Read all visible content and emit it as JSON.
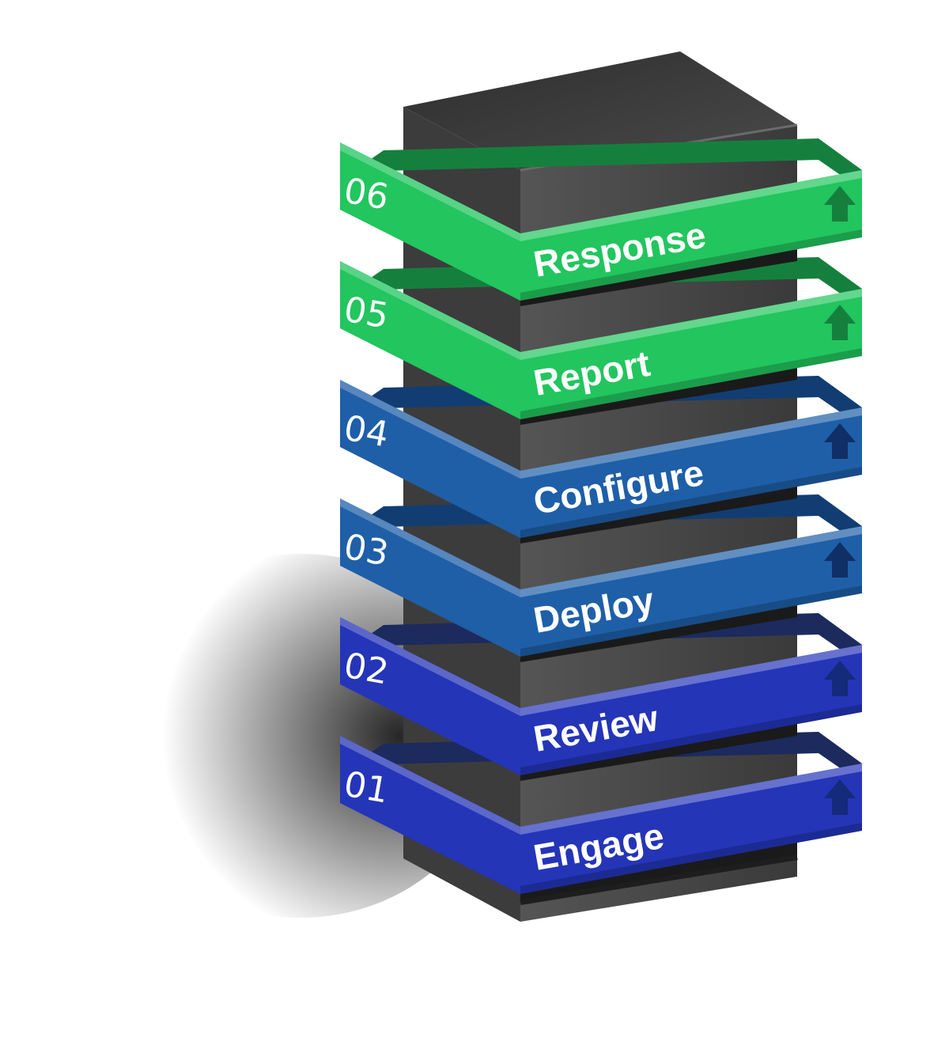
{
  "diagram": {
    "layers": [
      {
        "number": "06",
        "label": "Response",
        "color": "#22c55e",
        "dark": "#15803d",
        "arrow": "#15803d"
      },
      {
        "number": "05",
        "label": "Report",
        "color": "#22c55e",
        "dark": "#15803d",
        "arrow": "#15803d"
      },
      {
        "number": "04",
        "label": "Configure",
        "color": "#1f5fa8",
        "dark": "#123d73",
        "arrow": "#0f2f66"
      },
      {
        "number": "03",
        "label": "Deploy",
        "color": "#1f5fa8",
        "dark": "#123d73",
        "arrow": "#0f2f66"
      },
      {
        "number": "02",
        "label": "Review",
        "color": "#2435b8",
        "dark": "#1c2a5e",
        "arrow": "#142a7a"
      },
      {
        "number": "01",
        "label": "Engage",
        "color": "#2435b8",
        "dark": "#1c2a5e",
        "arrow": "#142a7a"
      }
    ],
    "pillar_colors": {
      "top": "#3a3a3a",
      "front": "#484848",
      "side": "#303030",
      "band": "#1a1a1a"
    }
  }
}
